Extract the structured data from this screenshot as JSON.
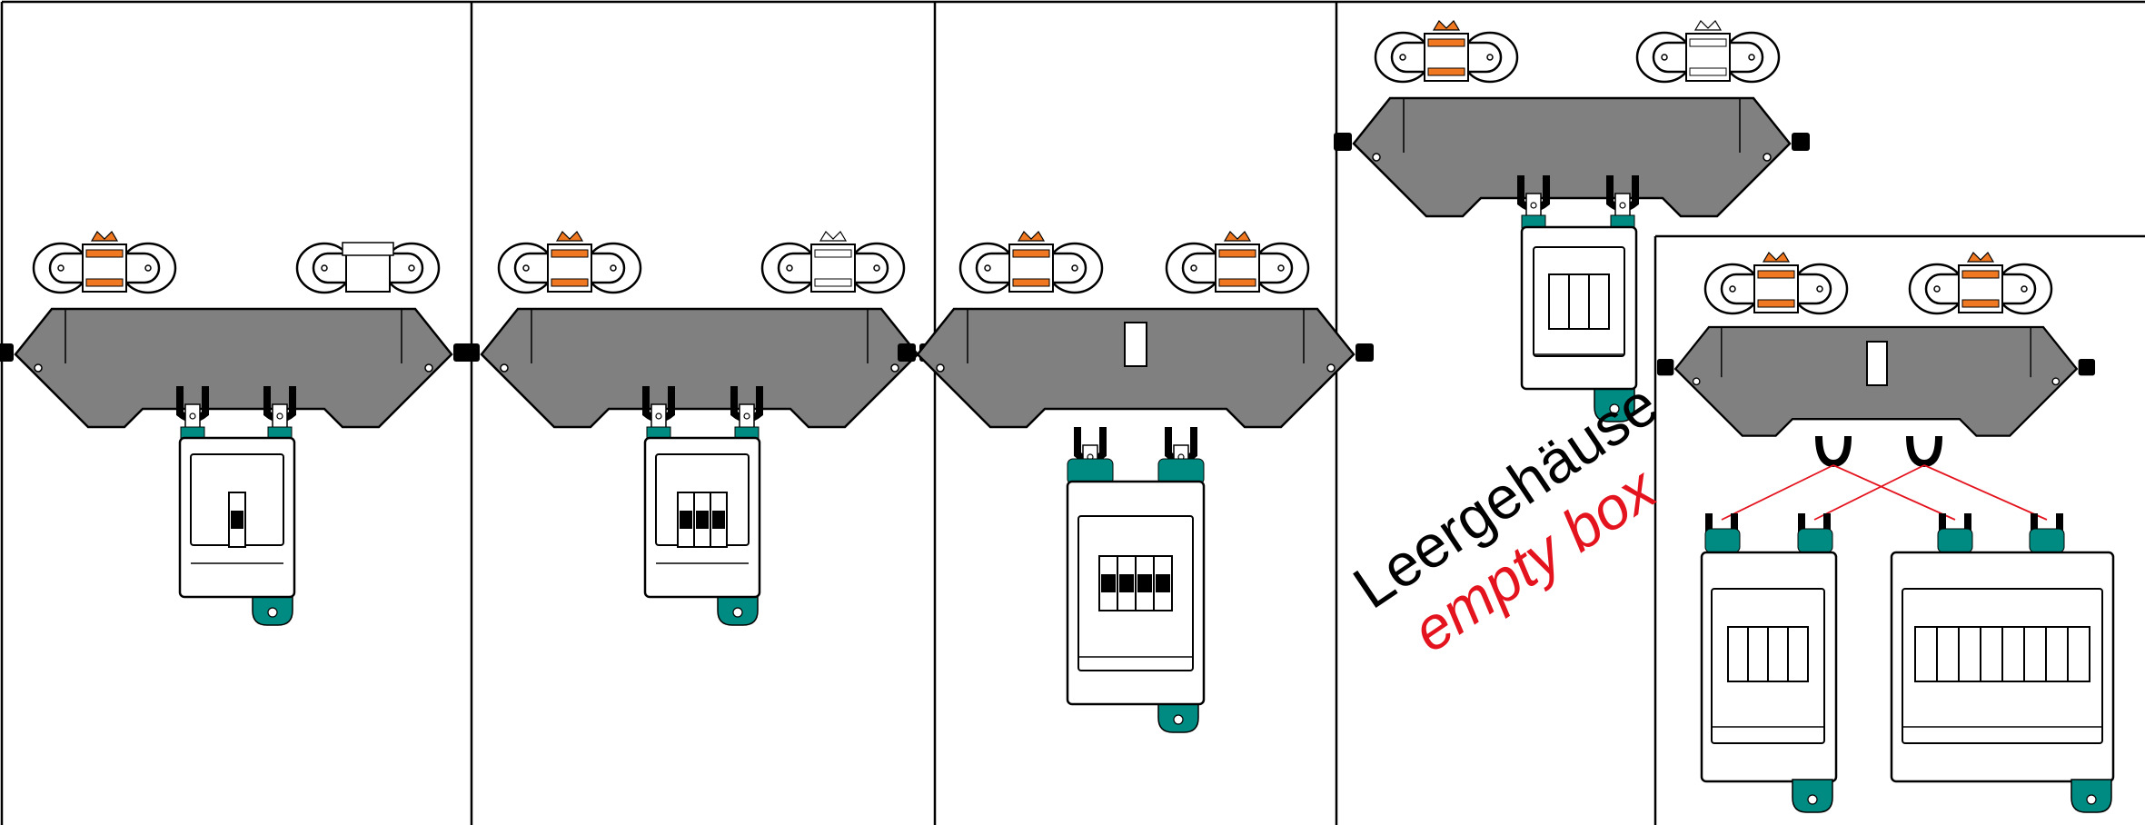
{
  "labels": {
    "german": "Leergehäuse",
    "english": "empty box"
  },
  "colors": {
    "housing": "#808080",
    "teal": "#008b82",
    "orange": "#f07820",
    "red": "#e4141f",
    "outline": "#000000",
    "background": "#ffffff"
  },
  "panels": [
    {
      "name": "panel-1",
      "breaker_poles": 1,
      "breaker_filled": 1,
      "carriage": "1-module"
    },
    {
      "name": "panel-2",
      "breaker_poles": 3,
      "breaker_filled": 3,
      "carriage": "3-module"
    },
    {
      "name": "panel-3",
      "breaker_poles": 4,
      "breaker_filled": 4,
      "carriage": "4-module"
    },
    {
      "name": "panel-4",
      "breaker_poles": 3,
      "breaker_filled": 0,
      "carriage": "empty-box"
    },
    {
      "name": "panel-5",
      "breaker_poles": 4,
      "breaker_filled": 0,
      "carriage": "split-boxes"
    }
  ]
}
